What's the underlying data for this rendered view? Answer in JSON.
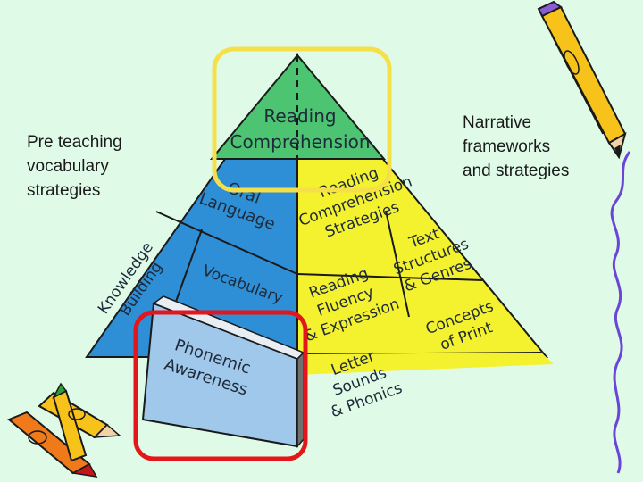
{
  "left_caption": [
    "Pre teaching",
    "vocabulary",
    "strategies"
  ],
  "right_caption": [
    "Narrative",
    "frameworks",
    "and strategies"
  ],
  "pyramid": {
    "apex": [
      "Reading",
      "Comprehension"
    ],
    "oral_language": [
      "Oral",
      "Language"
    ],
    "knowledge_building": [
      "Knowledge",
      "Building"
    ],
    "vocabulary": "Vocabulary",
    "phonemic_awareness": [
      "Phonemic",
      "Awareness"
    ],
    "reading_comprehension_strategies": [
      "Reading",
      "Comprehension",
      "Strategies"
    ],
    "text_structures": [
      "Text",
      "Structures",
      "& Genres"
    ],
    "reading_fluency": [
      "Reading",
      "Fluency",
      "& Expression"
    ],
    "concepts_of_print": [
      "Concepts",
      "of Print"
    ],
    "letter_sounds": [
      "Letter",
      "Sounds",
      "& Phonics"
    ]
  },
  "colors": {
    "background": "#dffbe7",
    "apex_green": "#4cc472",
    "left_blue": "#2e8fd6",
    "right_yellow": "#f4f22e",
    "phonemic_block": "#9fc8ea",
    "highlight_yellow": "#f5e04a",
    "highlight_red": "#e3161b"
  },
  "clipart": [
    "pencil-icon",
    "crayons-icon",
    "squiggle-line"
  ]
}
